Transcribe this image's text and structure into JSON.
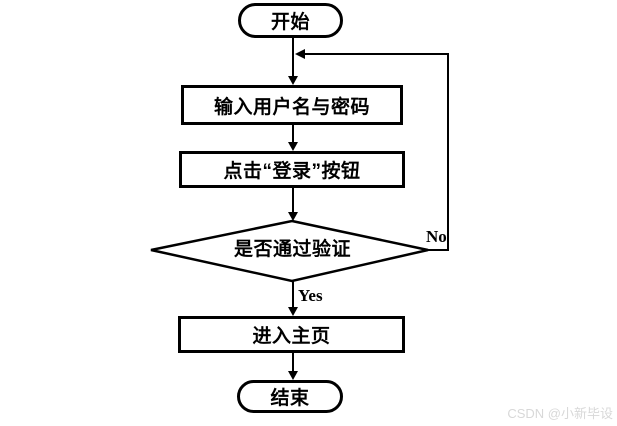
{
  "page": {
    "background_color": "#ffffff",
    "line_color": "#000000"
  },
  "flowchart": {
    "type": "flowchart",
    "nodes": [
      {
        "id": "start",
        "shape": "stadium",
        "label": "开始"
      },
      {
        "id": "input",
        "shape": "rect",
        "label": "输入用户名与密码"
      },
      {
        "id": "click",
        "shape": "rect",
        "label": "点击“登录”按钮"
      },
      {
        "id": "verify",
        "shape": "diamond",
        "label": "是否通过验证"
      },
      {
        "id": "home",
        "shape": "rect",
        "label": "进入主页"
      },
      {
        "id": "end",
        "shape": "stadium",
        "label": "结束"
      }
    ],
    "edges": [
      {
        "from": "start",
        "to": "input",
        "label": ""
      },
      {
        "from": "input",
        "to": "click",
        "label": ""
      },
      {
        "from": "click",
        "to": "verify",
        "label": ""
      },
      {
        "from": "verify",
        "to": "home",
        "label": "Yes"
      },
      {
        "from": "verify",
        "to": "input",
        "label": "No"
      },
      {
        "from": "home",
        "to": "end",
        "label": ""
      }
    ]
  },
  "watermark": {
    "text": "CSDN @小新毕设",
    "color": "#d8d8d8"
  }
}
